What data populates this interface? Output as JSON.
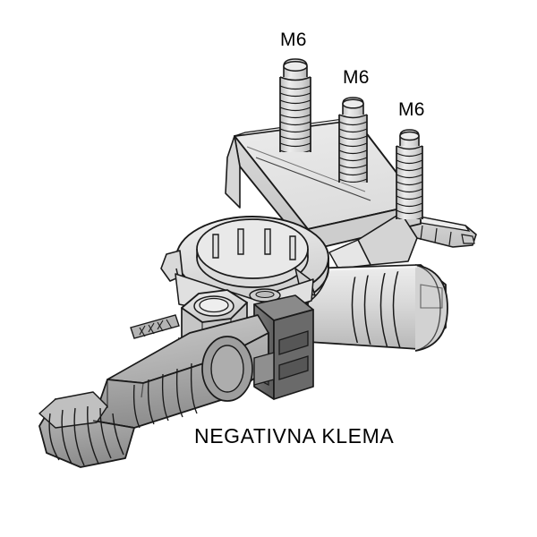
{
  "figure": {
    "background_color": "#ffffff",
    "caption": "NEGATIVNA KLEMA",
    "line_color": "#1a1a1a",
    "palette": {
      "body_light": "#e3e3e3",
      "body_mid": "#d2d2d2",
      "body_shade": "#bfbfbf",
      "lever_gray": "#a8a8a8",
      "lever_dark": "#8f8f8f",
      "bracket_dark": "#6f6f6f",
      "bracket_darker": "#5a5a5a",
      "highlight": "#f2f2f2",
      "text": "#000000"
    }
  },
  "studs": [
    {
      "label": "M6",
      "position": "left"
    },
    {
      "label": "M6",
      "position": "center"
    },
    {
      "label": "M6",
      "position": "right"
    }
  ],
  "parts": {
    "mounting_plate": "mounting-plate",
    "ring_collar": "ring-collar",
    "hex_nut": "hex-nut",
    "release_lever": "release-lever",
    "terminal_post": "terminal-post",
    "clamp_bracket": "clamp-bracket"
  }
}
